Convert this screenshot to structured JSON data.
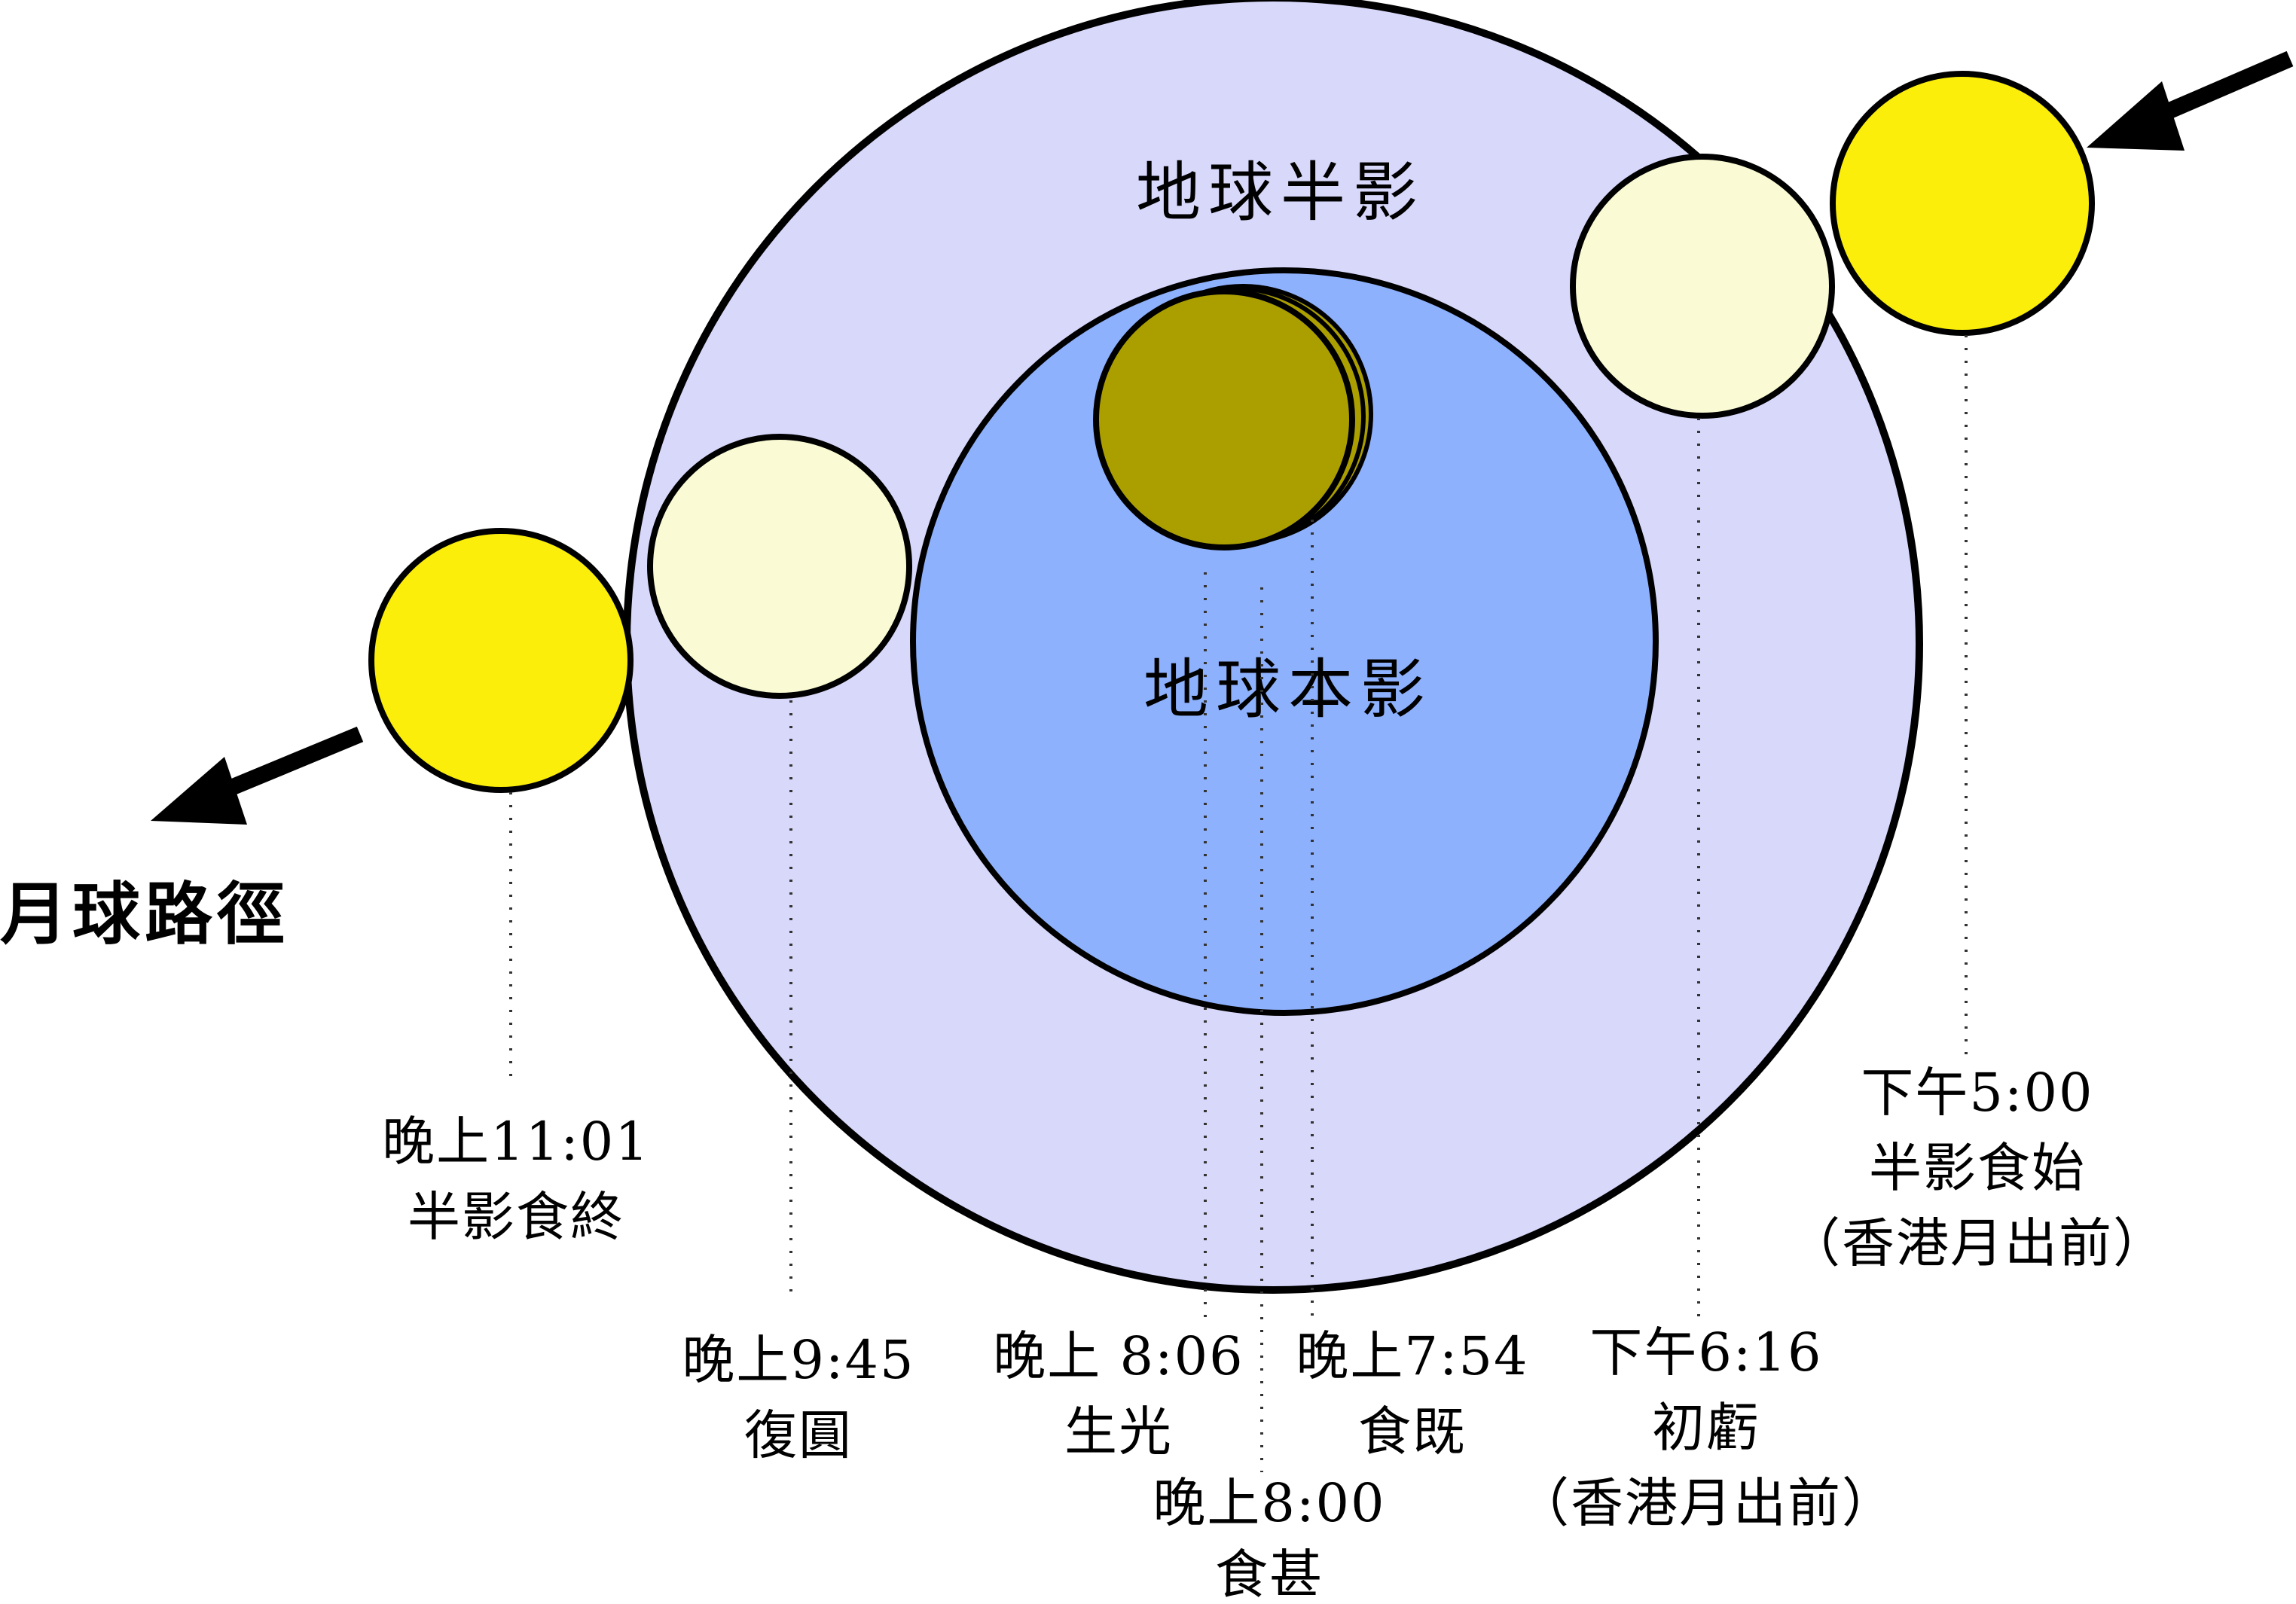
{
  "diagram": {
    "penumbra_label": "地球半影",
    "umbra_label": "地球本影",
    "path_label": "月球路徑",
    "events": [
      {
        "time": "下午5:00",
        "label": "半影食始",
        "note": "（香港月出前）"
      },
      {
        "time": "下午6:16",
        "label": "初虧",
        "note": "（香港月出前）"
      },
      {
        "time": "晚上7:54",
        "label": "食既",
        "note": ""
      },
      {
        "time": "晚上8:00",
        "label": "食甚",
        "note": ""
      },
      {
        "time": "晚上 8:06",
        "label": "生光",
        "note": ""
      },
      {
        "time": "晚上9:45",
        "label": "復圓",
        "note": ""
      },
      {
        "time": "晚上11:01",
        "label": "半影食終",
        "note": ""
      }
    ],
    "colors": {
      "penumbra": "#d8d8fb",
      "umbra": "#8eb1fd",
      "moon_outside": "#fbee0a",
      "moon_penumbra": "#fafbd4",
      "moon_umbra": "#ab9f00",
      "arrow": "#000000"
    }
  }
}
